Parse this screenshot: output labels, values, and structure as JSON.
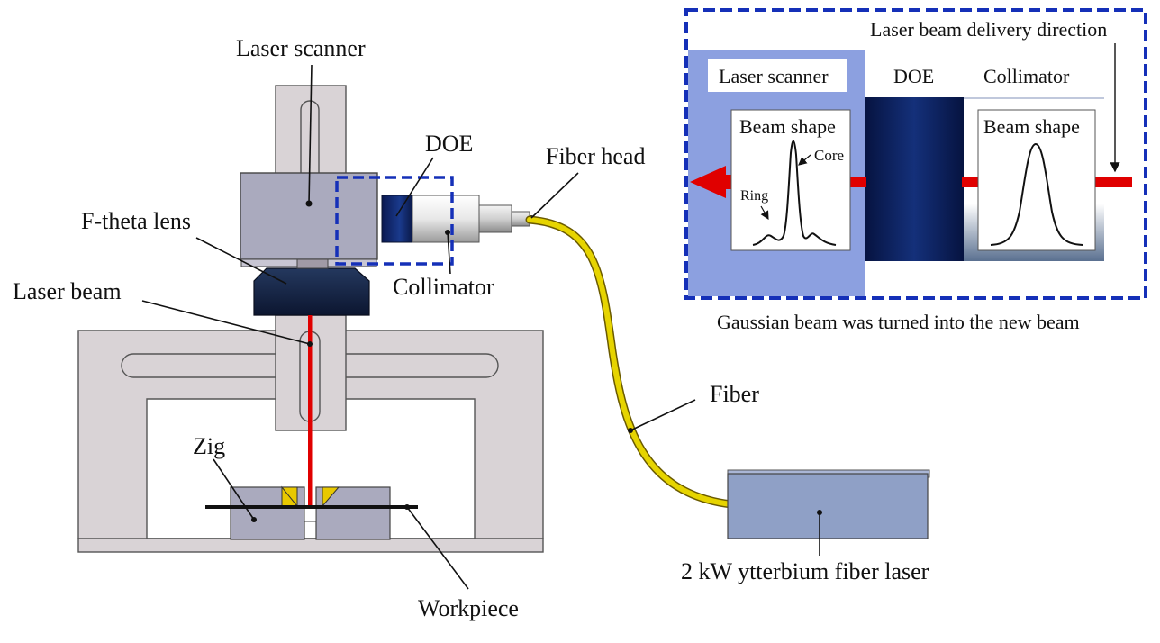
{
  "labels": {
    "laser_scanner": "Laser scanner",
    "doe": "DOE",
    "fiber_head": "Fiber head",
    "f_theta_lens": "F-theta lens",
    "laser_beam": "Laser beam",
    "collimator": "Collimator",
    "fiber": "Fiber",
    "zig": "Zig",
    "workpiece": "Workpiece",
    "fiber_laser": "2 kW ytterbium fiber laser"
  },
  "inset": {
    "delivery_direction": "Laser beam delivery direction",
    "laser_scanner": "Laser scanner",
    "doe": "DOE",
    "collimator": "Collimator",
    "beam_shape_left": "Beam shape",
    "beam_shape_right": "Beam shape",
    "core": "Core",
    "ring": "Ring",
    "caption": "Gaussian beam was turned into the new beam"
  },
  "colors": {
    "frame": "#d9d3d6",
    "scanner_body": "#aaaabe",
    "lens": "#1a2a4a",
    "laser_beam": "#e00000",
    "fiber": "#e0d000",
    "fiber_laser_box": "#8fa0c6",
    "inset_border": "#1530b8",
    "inset_panel": "#8ca0e0",
    "doe_block": "#0b1d5c"
  }
}
